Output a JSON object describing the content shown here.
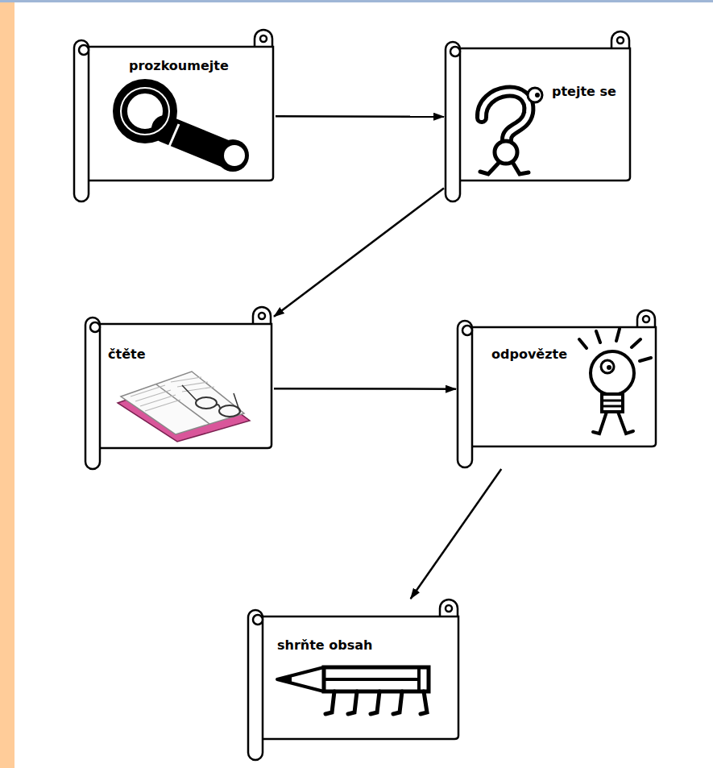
{
  "diagram": {
    "nodes": [
      {
        "text": [
          "prozkoumejte"
        ]
      },
      {
        "text": [
          "ptejte se"
        ]
      },
      {
        "text": [
          "čtěte"
        ]
      },
      {
        "text": [
          "odpovězte"
        ]
      },
      {
        "text": [
          "shrňte obsah"
        ]
      }
    ],
    "edges": [
      {
        "from": 0,
        "to": 1,
        "arrow": "to"
      },
      {
        "from": 1,
        "to": 2,
        "arrow": "to"
      },
      {
        "from": 2,
        "to": 3,
        "arrow": "to"
      },
      {
        "from": 3,
        "to": 4,
        "arrow": "to"
      }
    ]
  }
}
